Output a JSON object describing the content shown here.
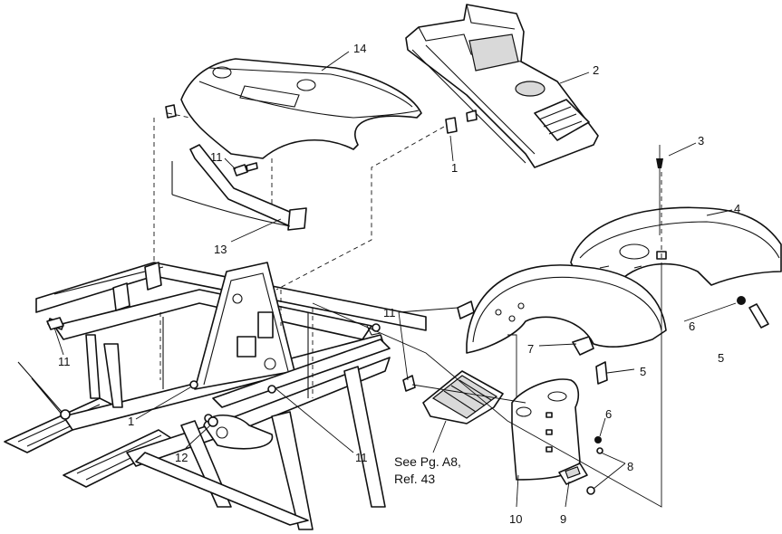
{
  "labels": {
    "p14": "14",
    "p2": "2",
    "p3": "3",
    "p4": "4",
    "p1_upper": "1",
    "p11_upper": "11",
    "p13": "13",
    "p11_right": "11",
    "p6_upper": "6",
    "p5_right": "5",
    "p7": "7",
    "p5_front": "5",
    "p11_left": "11",
    "p6_lower": "6",
    "p1_lower": "1",
    "p12": "12",
    "p11_lower": "11",
    "p8": "8",
    "p10": "10",
    "p9": "9"
  },
  "note": {
    "line1": "See Pg. A8,",
    "line2": "Ref. 43"
  },
  "colors": {
    "line": "#111111",
    "background": "#ffffff",
    "shade": "#d9d9d9"
  }
}
